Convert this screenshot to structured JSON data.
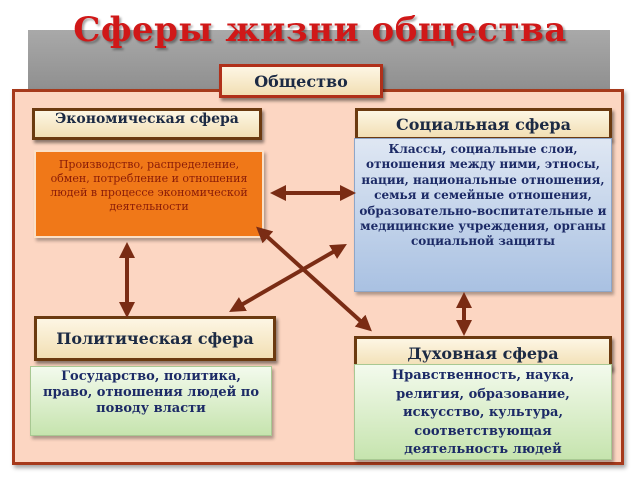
{
  "title": "Сферы жизни общества",
  "society": "Общество",
  "economic": {
    "heading": "Экономическая сфера",
    "content": "Производство, распределение, обмен, потребление и отношения людей в процессе экономической деятельности"
  },
  "social": {
    "heading": "Социальная сфера",
    "content": "Классы, социальные слои, отношения между ними, этносы, нации, национальные отношения, семья и семейные отношения, образовательно-воспитательные и медицинские учреждения, органы социальной защиты"
  },
  "political": {
    "heading": "Политическая сфера",
    "content": "Государство, политика, право, отношения людей по поводу власти"
  },
  "spiritual": {
    "heading": "Духовная сфера",
    "content": "Нравственность, наука, религия, образование, искусство, культура, соответствующая деятельность людей"
  },
  "colors": {
    "title": "#d01818",
    "panel": "#fcd6c2",
    "panel_border": "#a63a1c",
    "economic_box": "#f07818",
    "social_box": "#b4cae6",
    "political_box": "#d6ecc4",
    "spiritual_box": "#d6ecc4",
    "arrow": "#7a2c14"
  }
}
